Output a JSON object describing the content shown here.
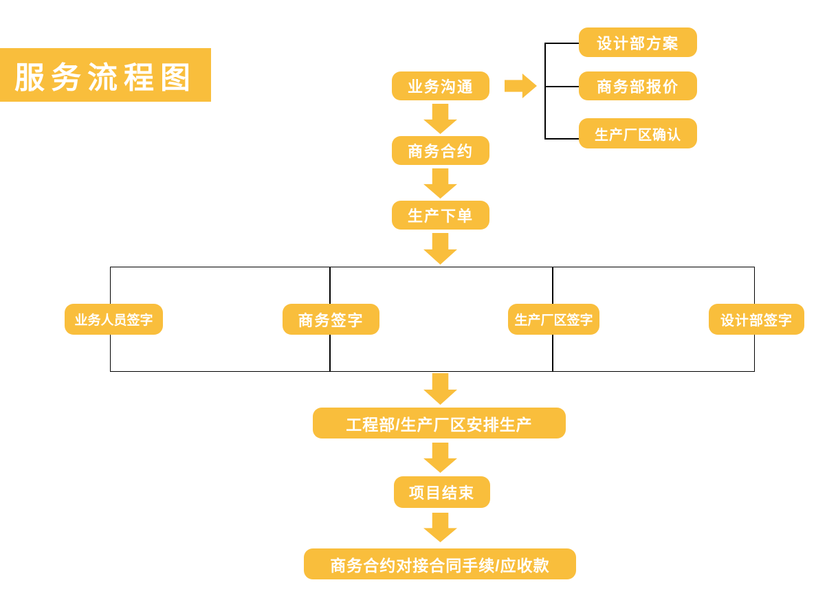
{
  "page": {
    "title": "服务流程图"
  },
  "colors": {
    "node_fill": "#F9BE3C",
    "node_text": "#FFFFFF",
    "connector": "#000000",
    "background": "#FFFFFF"
  },
  "flowchart": {
    "start": {
      "label": "业务沟通"
    },
    "branch_right": [
      {
        "label": "设计部方案"
      },
      {
        "label": "商务部报价"
      },
      {
        "label": "生产厂区确认"
      }
    ],
    "sequence": [
      {
        "label": "商务合约"
      },
      {
        "label": "生产下单"
      }
    ],
    "signatures": [
      {
        "label": "业务人员签字"
      },
      {
        "label": "商务签字"
      },
      {
        "label": "生产厂区签字"
      },
      {
        "label": "设计部签字"
      }
    ],
    "tail": [
      {
        "label": "工程部/生产厂区安排生产"
      },
      {
        "label": "项目结束"
      },
      {
        "label": "商务合约对接合同手续/应收款"
      }
    ]
  }
}
